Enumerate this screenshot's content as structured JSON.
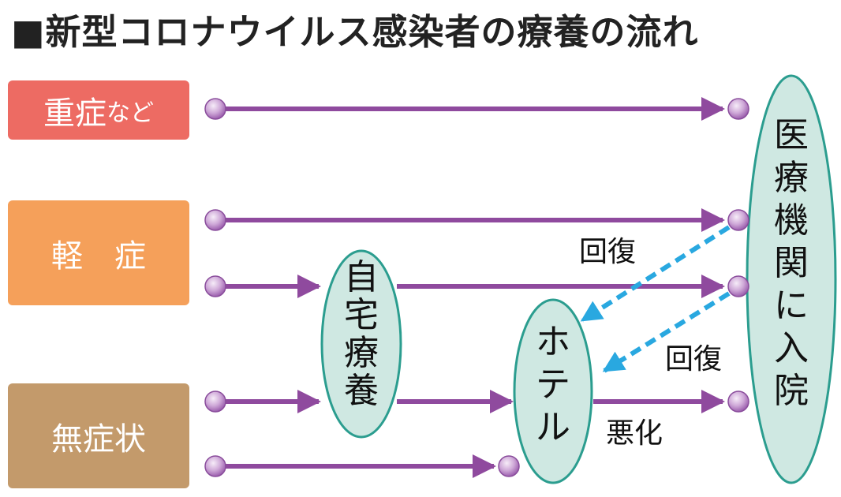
{
  "title": "■新型コロナウイルス感染者の療養の流れ",
  "categories": {
    "severe": {
      "main": "重症",
      "suffix": "など",
      "color": "#ed6b63"
    },
    "mild": {
      "main": "軽　症",
      "color": "#f5a05a"
    },
    "asymptomatic": {
      "main": "無症状",
      "color": "#c39a6b"
    }
  },
  "nodes": {
    "home": {
      "label": "自宅療養",
      "chars": [
        "自",
        "宅",
        "療",
        "養"
      ]
    },
    "hotel": {
      "label": "ホテル",
      "chars": [
        "ホ",
        "テ",
        "ル"
      ]
    },
    "hospital": {
      "label": "医療機関に入院",
      "chars": [
        "医",
        "療",
        "機",
        "関",
        "に",
        "入",
        "院"
      ]
    }
  },
  "edge_labels": {
    "recover_upper": "回復",
    "recover_lower": "回復",
    "worsen": "悪化"
  },
  "colors": {
    "arrow": "#8f4a9e",
    "dashed": "#29a8e0",
    "node_fill": "#cfe8e2",
    "node_stroke": "#2b9d8f"
  }
}
